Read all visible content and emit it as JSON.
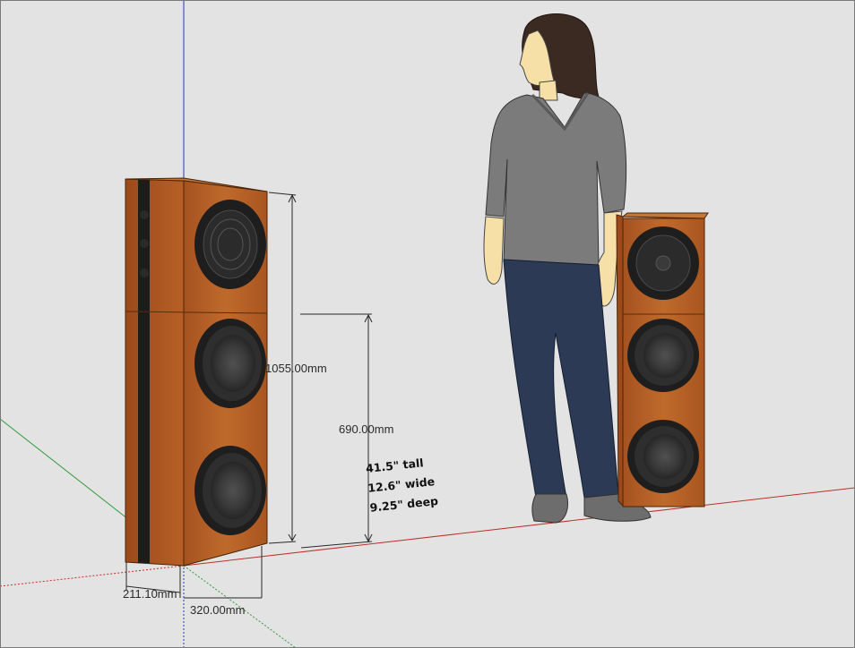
{
  "dimensions": {
    "height_total": "1055.00mm",
    "height_upper": "690.00mm",
    "depth": "211.10mm",
    "width": "320.00mm"
  },
  "annotation": {
    "lines": [
      "41.5\" tall",
      "12.6\" wide",
      "9.25\" deep"
    ]
  },
  "colors": {
    "background": "#e3e3e3",
    "wood": "#b25d24",
    "wood_dark": "#8a4218",
    "driver": "#1e1e1e",
    "sweater": "#7b7b7b",
    "jeans": "#2c3a55",
    "axis_red": "#c0302b",
    "axis_green": "#2e9b3a",
    "axis_blue": "#2a33c8"
  }
}
